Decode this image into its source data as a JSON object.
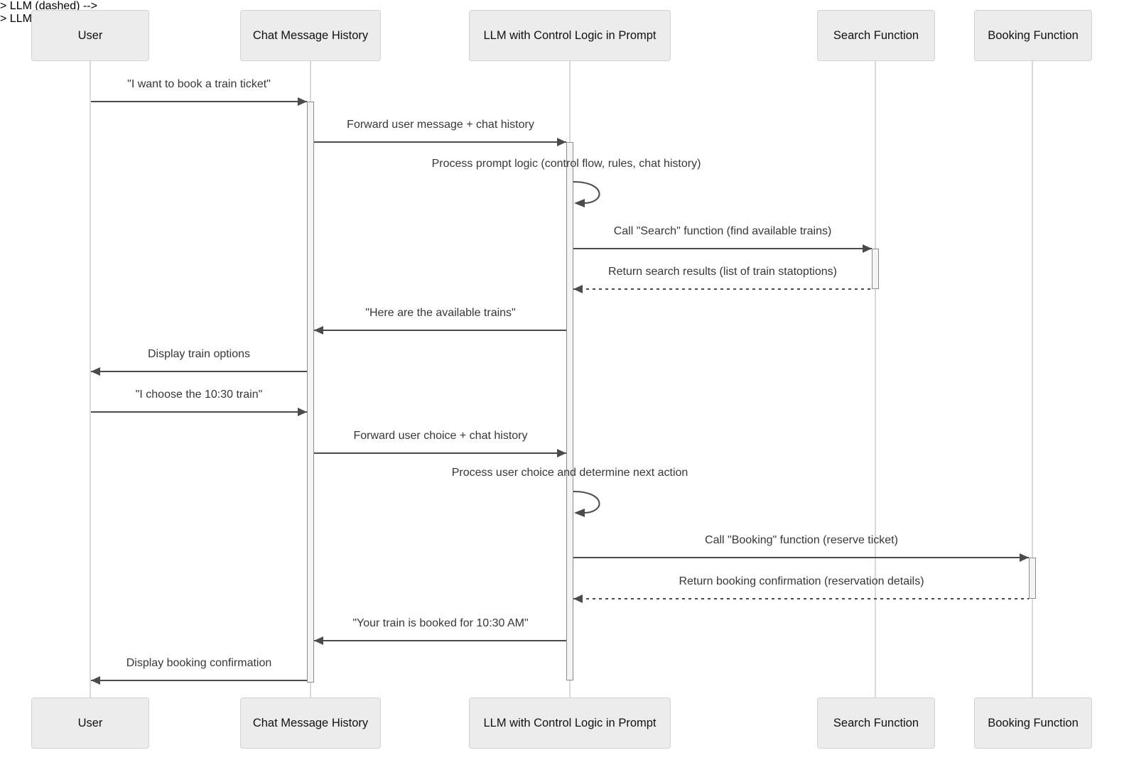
{
  "diagram": {
    "type": "sequence-diagram",
    "actors": [
      {
        "id": "user",
        "label": "User"
      },
      {
        "id": "chat-history",
        "label": "Chat Message History"
      },
      {
        "id": "llm",
        "label": "LLM with Control Logic in Prompt"
      },
      {
        "id": "search-fn",
        "label": "Search Function"
      },
      {
        "id": "booking-fn",
        "label": "Booking Function"
      }
    ],
    "messages": [
      {
        "from": "User",
        "to": "Chat Message History",
        "style": "solid",
        "label": "\"I want to book a train ticket\""
      },
      {
        "from": "Chat Message History",
        "to": "LLM with Control Logic in Prompt",
        "style": "solid",
        "label": "Forward user message + chat history"
      },
      {
        "from": "LLM with Control Logic in Prompt",
        "to": "LLM with Control Logic in Prompt",
        "style": "self",
        "label": "Process prompt logic (control flow, rules, chat history)"
      },
      {
        "from": "LLM with Control Logic in Prompt",
        "to": "Search Function",
        "style": "solid",
        "label": "Call \"Search\" function (find available trains)"
      },
      {
        "from": "Search Function",
        "to": "LLM with Control Logic in Prompt",
        "style": "dashed",
        "label": "Return search results (list of train statoptions)"
      },
      {
        "from": "LLM with Control Logic in Prompt",
        "to": "Chat Message History",
        "style": "solid",
        "label": "\"Here are the available trains\""
      },
      {
        "from": "Chat Message History",
        "to": "User",
        "style": "solid",
        "label": "Display train options"
      },
      {
        "from": "User",
        "to": "Chat Message History",
        "style": "solid",
        "label": "\"I choose the 10:30 train\""
      },
      {
        "from": "Chat Message History",
        "to": "LLM with Control Logic in Prompt",
        "style": "solid",
        "label": "Forward user choice + chat history"
      },
      {
        "from": "LLM with Control Logic in Prompt",
        "to": "LLM with Control Logic in Prompt",
        "style": "self",
        "label": "Process user choice and determine next action"
      },
      {
        "from": "LLM with Control Logic in Prompt",
        "to": "Booking Function",
        "style": "solid",
        "label": "Call \"Booking\" function (reserve ticket)"
      },
      {
        "from": "Booking Function",
        "to": "LLM with Control Logic in Prompt",
        "style": "dashed",
        "label": "Return booking confirmation (reservation details)"
      },
      {
        "from": "LLM with Control Logic in Prompt",
        "to": "Chat Message History",
        "style": "solid",
        "label": "\"Your train is booked for 10:30 AM\""
      },
      {
        "from": "Chat Message History",
        "to": "User",
        "style": "solid",
        "label": "Display booking confirmation"
      }
    ],
    "colors": {
      "background": "#ffffff",
      "actor_fill": "#ececec",
      "actor_border": "#d2d2d2",
      "lifeline": "#d9d9d9",
      "activation_fill": "#f4f4f4",
      "activation_border": "#8c8c8c",
      "arrow": "#4b4b4b",
      "text": "#373737"
    }
  }
}
